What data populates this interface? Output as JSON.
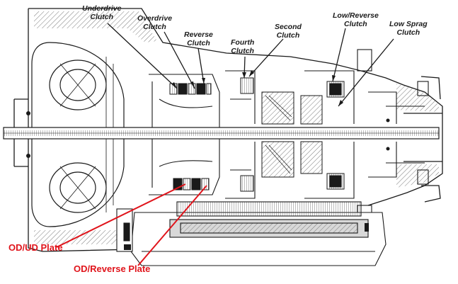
{
  "labels": {
    "underdrive_clutch": [
      "Underdrive",
      "Clutch"
    ],
    "overdrive_clutch": [
      "Overdrive",
      "Clutch"
    ],
    "reverse_clutch": [
      "Reverse",
      "Clutch"
    ],
    "fourth_clutch": [
      "Fourth",
      "Clutch"
    ],
    "second_clutch": [
      "Second",
      "Clutch"
    ],
    "low_reverse_clutch": [
      "Low/Reverse",
      "Clutch"
    ],
    "low_sprag_clutch": [
      "Low Sprag",
      "Clutch"
    ]
  },
  "callouts": {
    "od_ud_plate": "OD/UD Plate",
    "od_reverse_plate": "OD/Reverse Plate"
  },
  "colors": {
    "ink": "#1a1a1a",
    "callout": "#e0141b",
    "hatch": "#7a7a7a"
  }
}
